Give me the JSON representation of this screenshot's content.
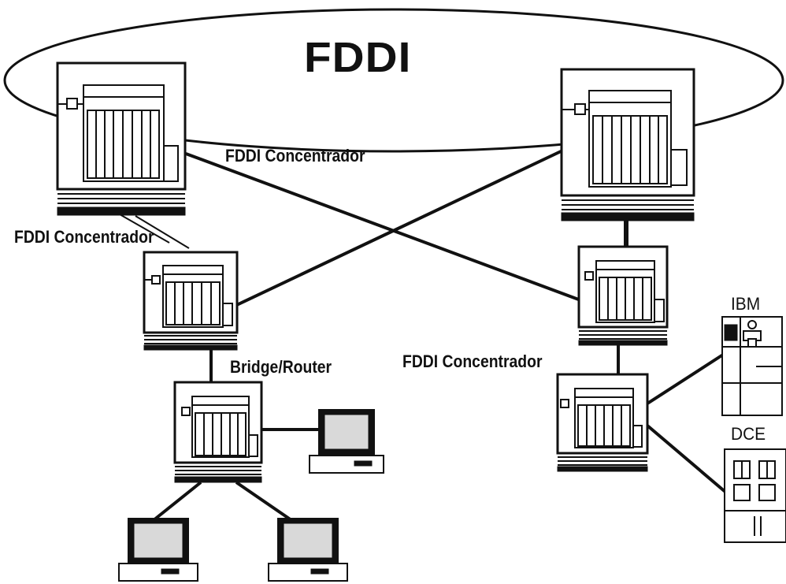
{
  "ring": {
    "label": "FDDI"
  },
  "labels": {
    "top_concentrator": "FDDI Concentrador",
    "left_concentrator": "FDDI Concentrador",
    "right_concentrator": "FDDI Concentrador",
    "bridge_router": "Bridge/Router",
    "ibm": "IBM",
    "dce": "DCE"
  },
  "colors": {
    "ink": "#111111",
    "paper": "#ffffff",
    "screen": "#d9d9d9"
  }
}
